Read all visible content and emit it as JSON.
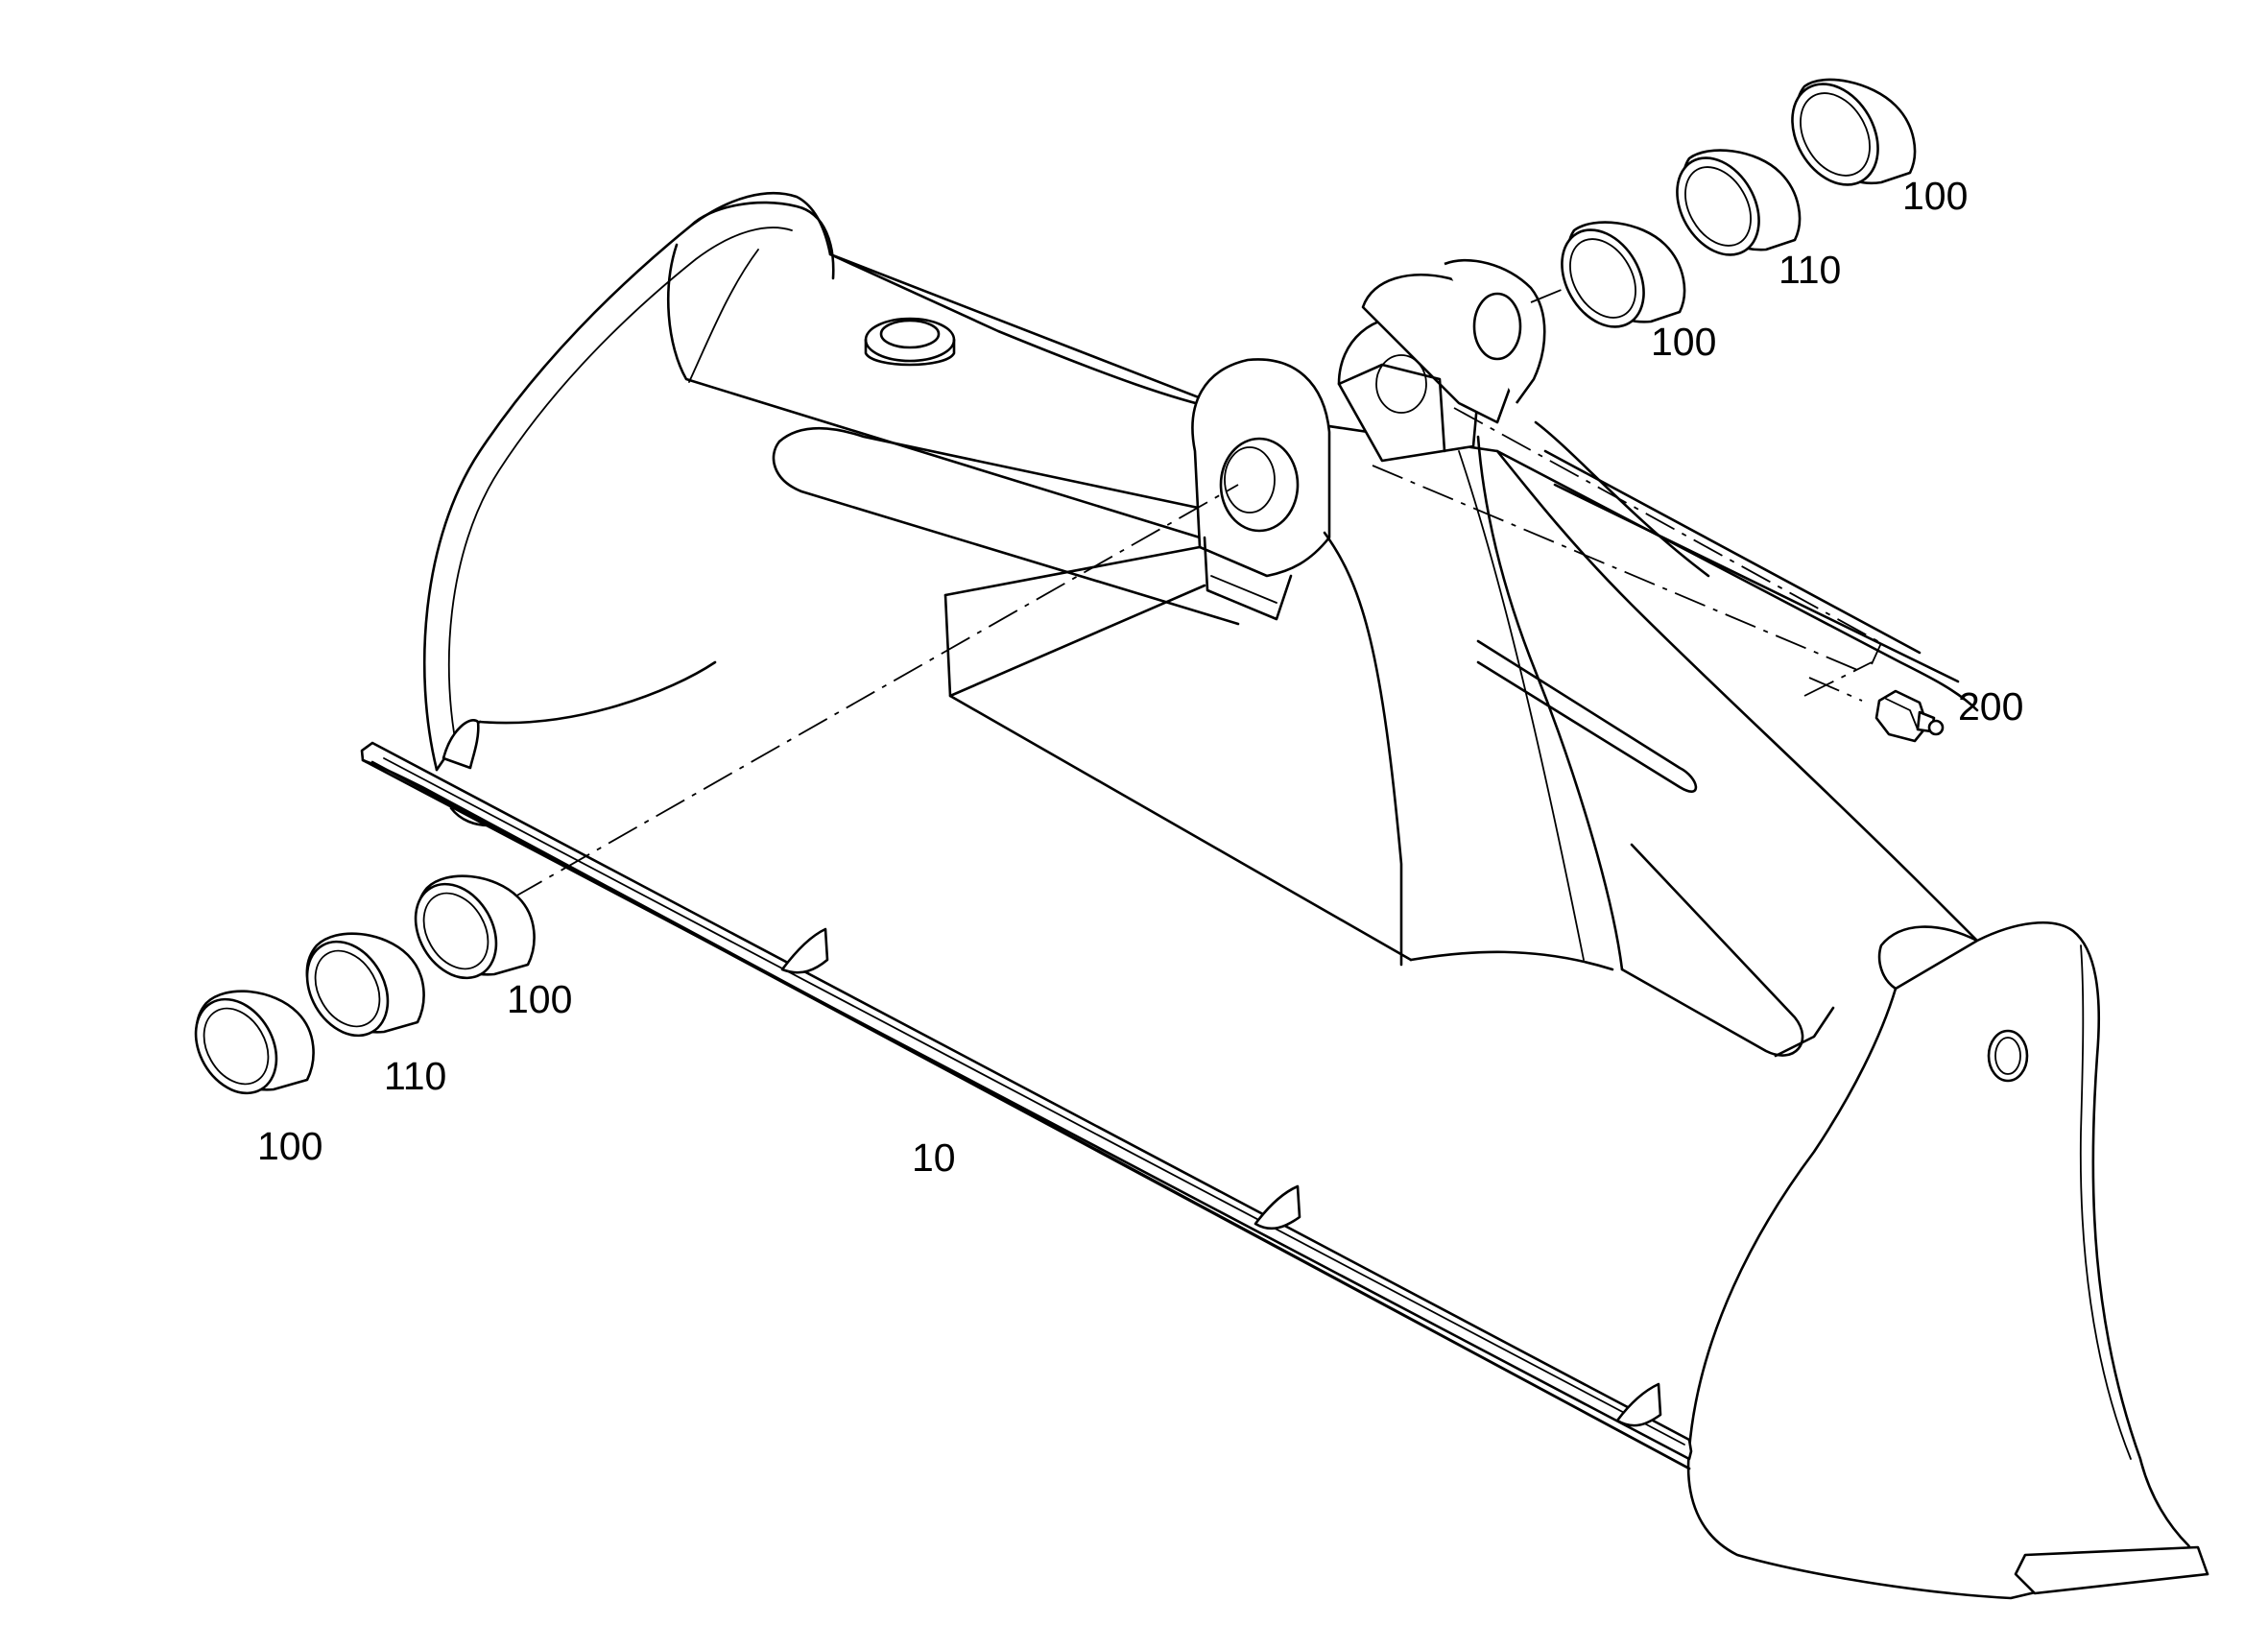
{
  "diagram": {
    "callouts": {
      "bucket": "10",
      "bushing_top_outer": "100",
      "ring_top": "110",
      "bushing_top_inner": "100",
      "grease_nipple": "200",
      "bushing_left_inner": "100",
      "ring_left": "110",
      "bushing_left_outer": "100"
    }
  }
}
